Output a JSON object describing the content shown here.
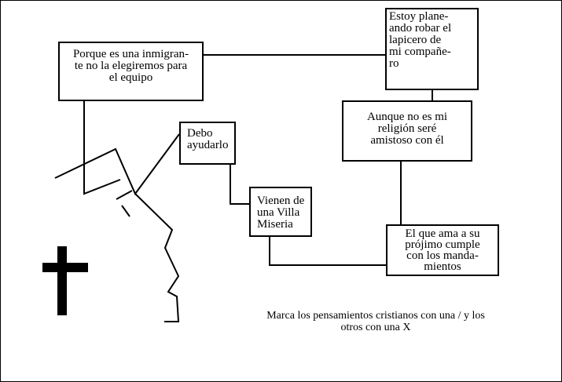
{
  "boxes": {
    "immigrant": [
      "Porque es una inmigran-",
      "te no la elegiremos para",
      "el equipo"
    ],
    "plan": [
      "Estoy plane-",
      "ando robar el",
      "lapicero de",
      "mi compañe-",
      "ro"
    ],
    "religion": [
      "Aunque no es mi",
      "religión seré",
      "amistoso con él"
    ],
    "help": [
      "Debo",
      "ayudarlo"
    ],
    "villa": [
      "Vienen de",
      "una Villa",
      "Miseria"
    ],
    "commandments": [
      "El que ama a su",
      "prójimo cumple",
      "con los manda-",
      "mientos"
    ]
  },
  "instruction": [
    "Marca los pensamientos cristianos con una / y los",
    "otros con una X"
  ],
  "colors": {
    "ink": "#000000",
    "background": "#ffffff"
  }
}
